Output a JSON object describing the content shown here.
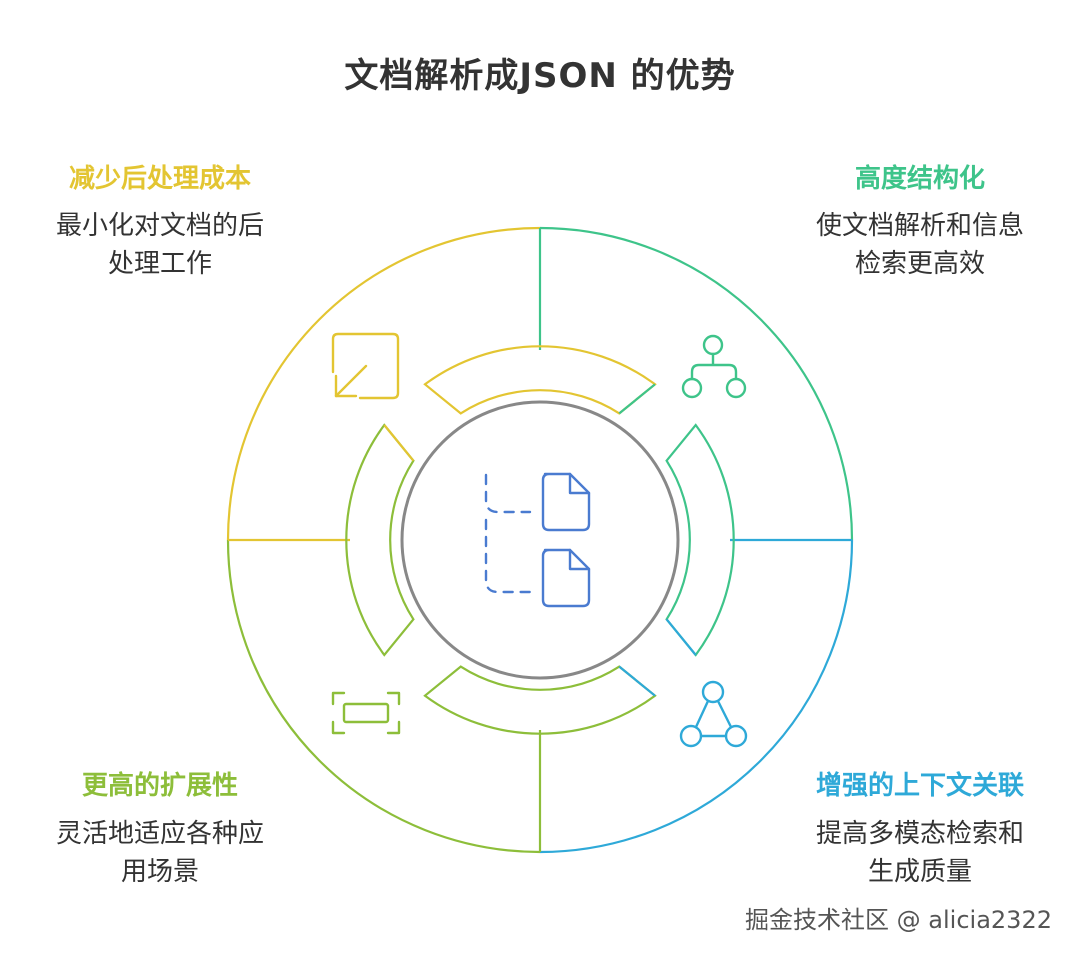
{
  "title": "文档解析成JSON 的优势",
  "quadrants": {
    "top_left": {
      "title": "减少后处理成本",
      "desc": "最小化对文档的后\n处理工作",
      "color": "#E3C532",
      "icon": "resize-arrow-icon"
    },
    "top_right": {
      "title": "高度结构化",
      "desc": "使文档解析和信息\n检索更高效",
      "color": "#3EC48A",
      "icon": "hierarchy-tree-icon"
    },
    "bottom_left": {
      "title": "更高的扩展性",
      "desc": "灵活地适应各种应\n用场景",
      "color": "#8DBE3A",
      "icon": "scan-frame-icon"
    },
    "bottom_right": {
      "title": "增强的上下文关联",
      "desc": "提高多模态检索和\n生成质量",
      "color": "#2EA9D8",
      "icon": "network-triangle-icon"
    }
  },
  "center": {
    "icon": "linked-documents-icon",
    "ring_color": "#888888",
    "icon_color": "#4A7BD0"
  },
  "watermark": "掘金技术社区 @ alicia2322"
}
